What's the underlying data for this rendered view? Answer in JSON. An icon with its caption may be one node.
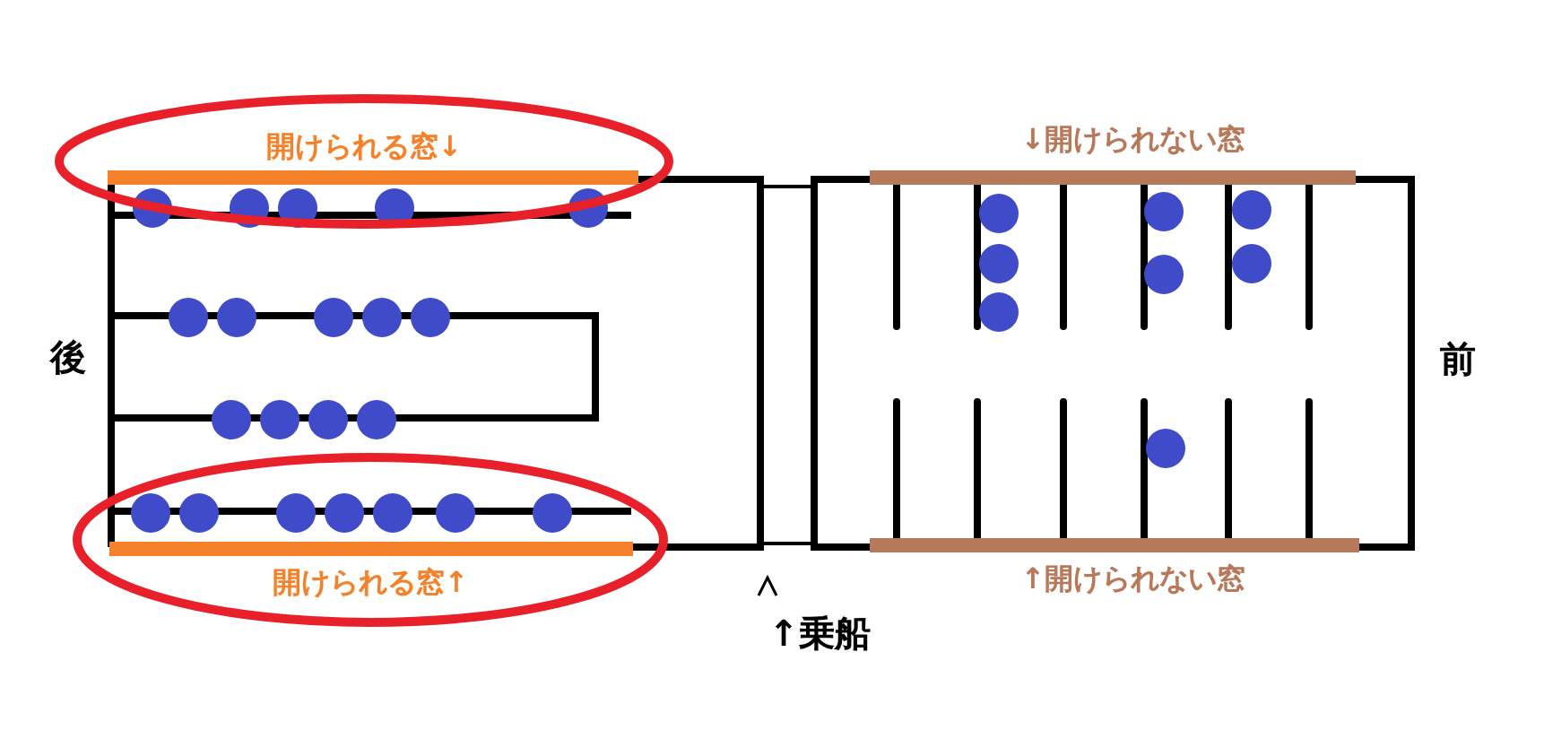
{
  "diagram": {
    "nodes": [
      {
        "text": [
          "開けられる窓↓"
        ]
      },
      {
        "text": [
          "開けられる窓↑"
        ]
      }
    ],
    "edges": [],
    "labels": [
      "↓開けられない窓",
      "後",
      "前",
      "↑開けられない窓",
      "↑乗船"
    ]
  }
}
